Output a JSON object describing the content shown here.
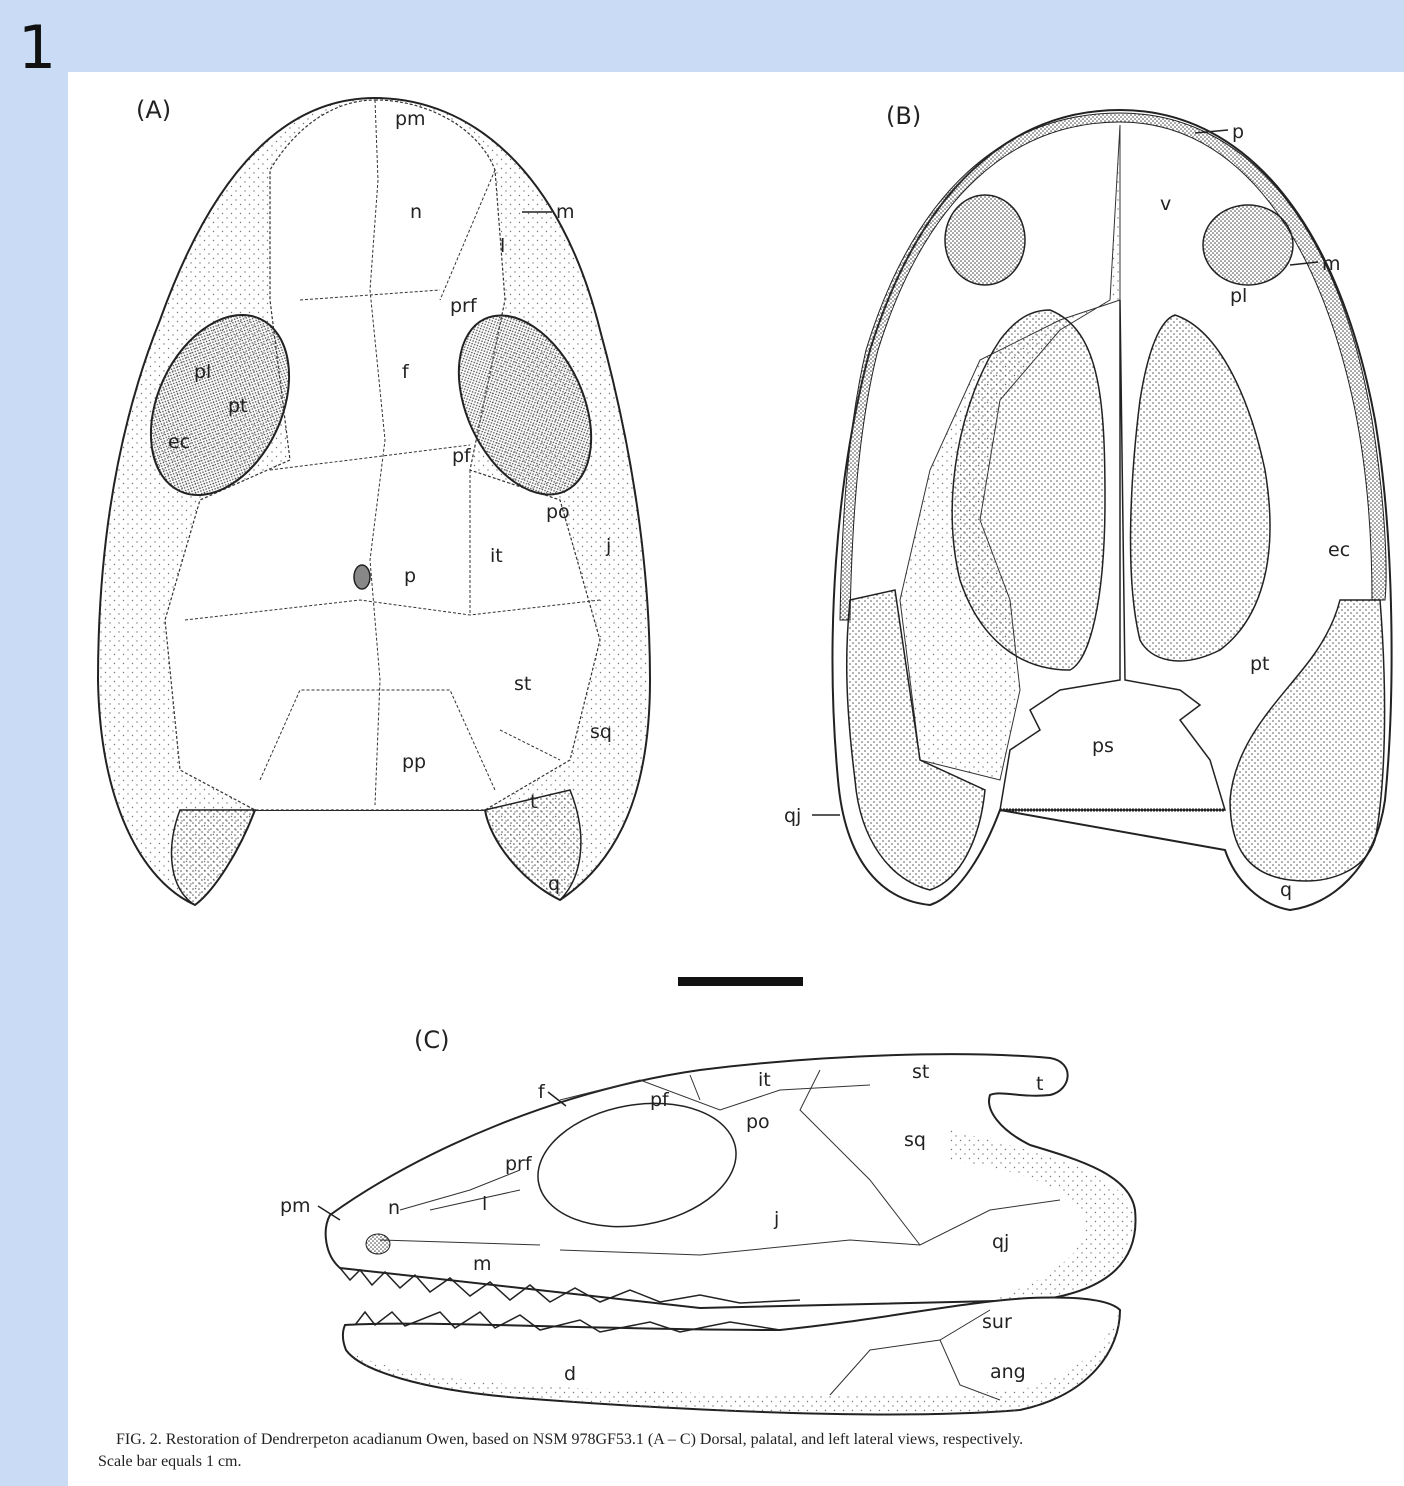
{
  "slide_number": "1",
  "colors": {
    "background": "#c9dbf5",
    "panel": "#ffffff",
    "ink": "#222222"
  },
  "figure": {
    "panels": {
      "A": {
        "label": "(A)",
        "bones": [
          "pm",
          "n",
          "m",
          "l",
          "prf",
          "pl",
          "pt",
          "ec",
          "f",
          "pf",
          "po",
          "j",
          "it",
          "p",
          "st",
          "sq",
          "pp",
          "t",
          "q"
        ]
      },
      "B": {
        "label": "(B)",
        "bones": [
          "p",
          "v",
          "m",
          "pl",
          "ec",
          "pt",
          "ps",
          "qj",
          "q"
        ]
      },
      "C": {
        "label": "(C)",
        "bones": [
          "f",
          "pf",
          "it",
          "st",
          "t",
          "po",
          "sq",
          "prf",
          "pm",
          "n",
          "l",
          "j",
          "qj",
          "m",
          "sur",
          "ang",
          "d"
        ]
      }
    },
    "caption_line1": "FIG. 2. Restoration of Dendrerpeton acadianum Owen, based on NSM 978GF53.1 (A – C) Dorsal, palatal, and left lateral views, respectively.",
    "caption_line2": "Scale bar equals 1 cm."
  }
}
